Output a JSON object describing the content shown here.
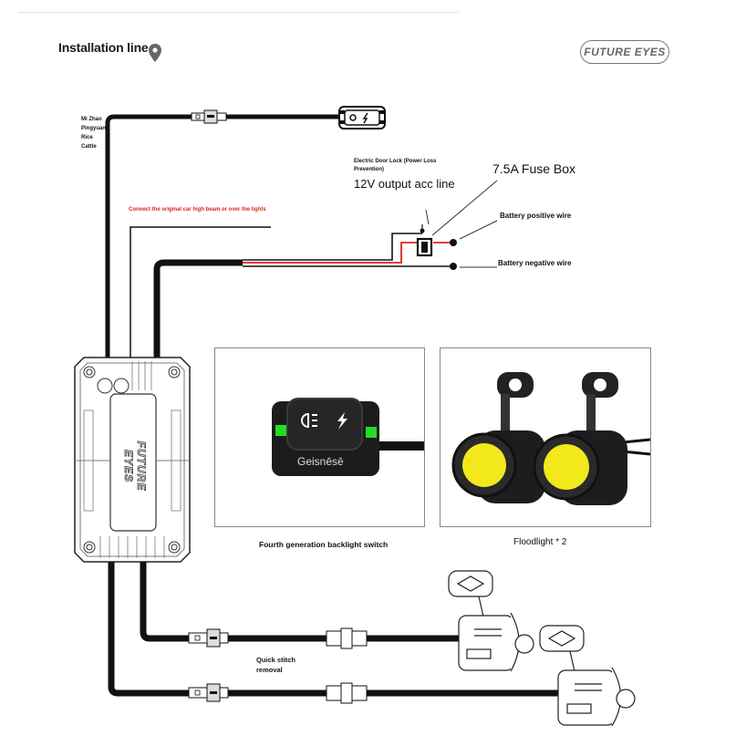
{
  "header": {
    "title": "Installation line",
    "title_icon": "location-pin-icon",
    "brand_badge": "FUTURE EYES"
  },
  "labels": {
    "side_note": [
      "Mi Zhao",
      "Pingyuan",
      "Rice",
      "Cattle"
    ],
    "high_beam_note": "Connect the original car high beam or over the lights",
    "door_lock_note": "Electric Door Lock (Power Loss Prevention)",
    "acc_line": "12V output acc line",
    "fuse_box": "7.5A Fuse Box",
    "battery_positive": "Battery positive wire",
    "battery_negative": "Battery negative wire",
    "quick_stitch": [
      "Quick stitch",
      "removal"
    ]
  },
  "controller": {
    "brand_text": "FUTURE EYES"
  },
  "switch_panel": {
    "caption": "Fourth generation backlight switch",
    "device_brand": "Geisnēsē",
    "icons": [
      "headlight-icon",
      "lightning-icon"
    ],
    "indicator_color": "#22dd22"
  },
  "floodlight_panel": {
    "caption": "Floodlight * 2",
    "lens_color": "#f2e81c"
  },
  "colors": {
    "wire_black": "#111111",
    "wire_red": "#d9261c",
    "panel_border": "#888888"
  }
}
